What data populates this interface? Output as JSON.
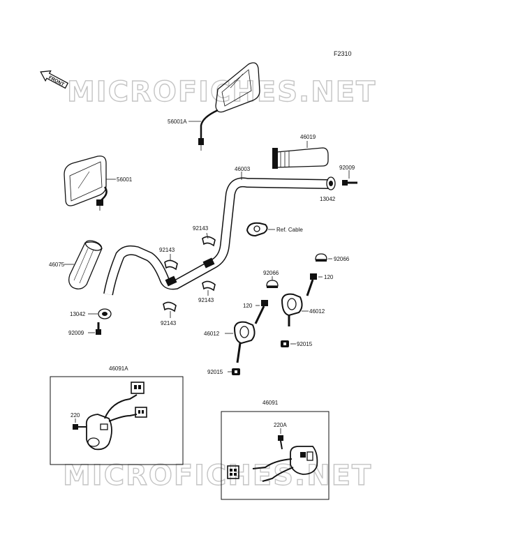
{
  "figure_code": "F2310",
  "direction_label": "FRONT",
  "watermark": "MICROFICHES.NET",
  "labels": {
    "p56001A": "56001A",
    "p56001": "56001",
    "p46019": "46019",
    "p46003": "46003",
    "p92009_top": "92009",
    "p13042_top": "13042",
    "p92143_a": "92143",
    "p92143_b": "92143",
    "p92143_c": "92143",
    "p92143_d": "92143",
    "ref_cable": "Ref. Cable",
    "p46075": "46075",
    "p92066_a": "92066",
    "p92066_b": "92066",
    "p120_a": "120",
    "p120_b": "120",
    "p46012_a": "46012",
    "p46012_b": "46012",
    "p13042_bot": "13042",
    "p92009_bot": "92009",
    "p92015_a": "92015",
    "p92015_b": "92015",
    "p46091A": "46091A",
    "p220": "220",
    "p46091": "46091",
    "p220A": "220A"
  }
}
